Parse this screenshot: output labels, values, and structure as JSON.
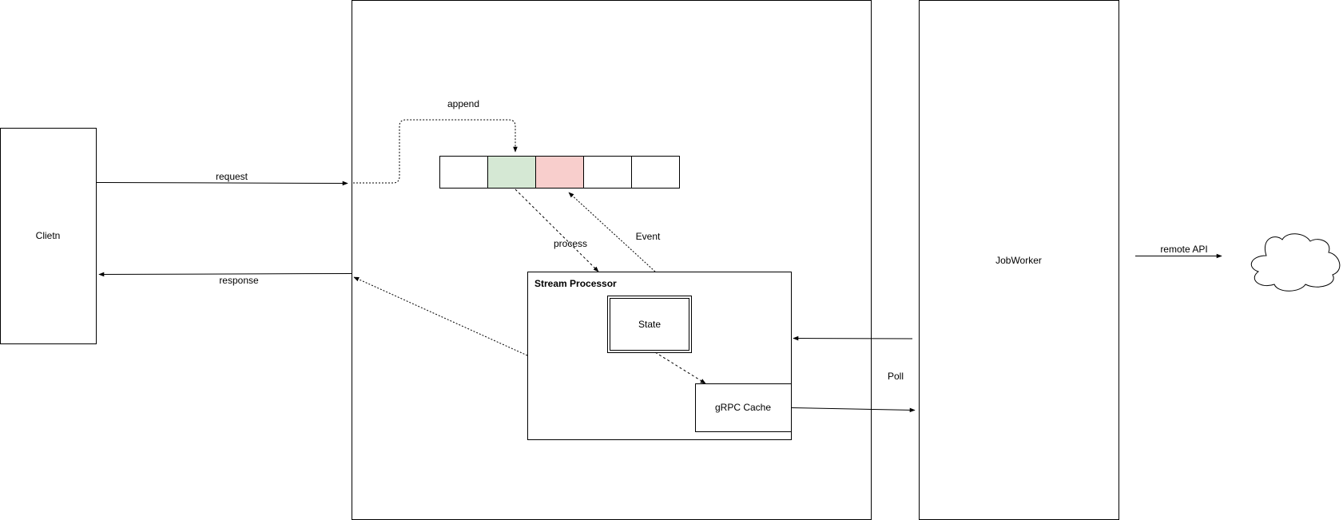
{
  "nodes": {
    "client": "Clietn",
    "stream_processor": "Stream Processor",
    "state": "State",
    "grpc_cache": "gRPC Cache",
    "jobworker": "JobWorker"
  },
  "edges": {
    "request": "request",
    "response": "response",
    "append": "append",
    "process": "process",
    "event": "Event",
    "poll": "Poll",
    "remote_api": "remote API"
  },
  "colors": {
    "log_cell_green": "#d5e8d4",
    "log_cell_red": "#f8cecc",
    "stroke": "#000000"
  },
  "icons": {
    "cloud": "cloud-icon"
  }
}
